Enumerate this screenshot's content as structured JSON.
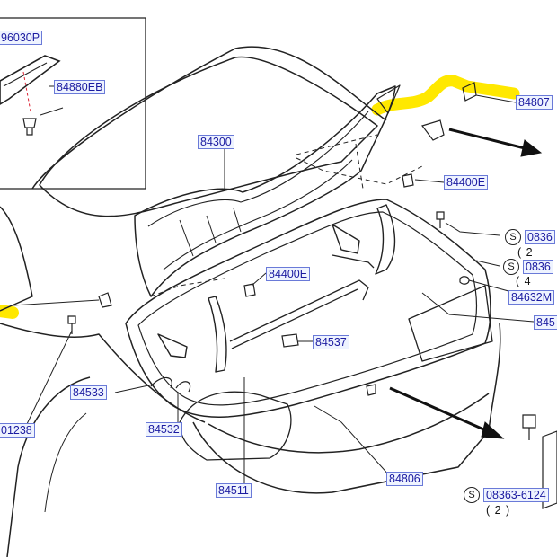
{
  "part_labels": {
    "p96030p": "96030P",
    "p84880eb": "84880EB",
    "p84300": "84300",
    "p84807": "84807",
    "p84400e_upper": "84400E",
    "p84400e_mid": "84400E",
    "p84537": "84537",
    "p84533": "84533",
    "p84532": "84532",
    "p84511": "84511",
    "p84806": "84806",
    "p01238": "01238",
    "p84632m": "84632M",
    "p845": "845",
    "s_0836_a": "0836",
    "s_0836_b": "0836",
    "s_08363_6124": "08363-6124"
  },
  "quantities": {
    "q_s_b": "( 4",
    "q_s_a": "( 2",
    "q_s_bottom": "( 2 )"
  },
  "screw_symbol": "S",
  "colors": {
    "label_text": "#1a1aa0",
    "label_border": "#6a7ad8",
    "label_bg": "#eef3ff",
    "highlight": "#ffe800",
    "line": "#222222",
    "arrow": "#111111"
  }
}
